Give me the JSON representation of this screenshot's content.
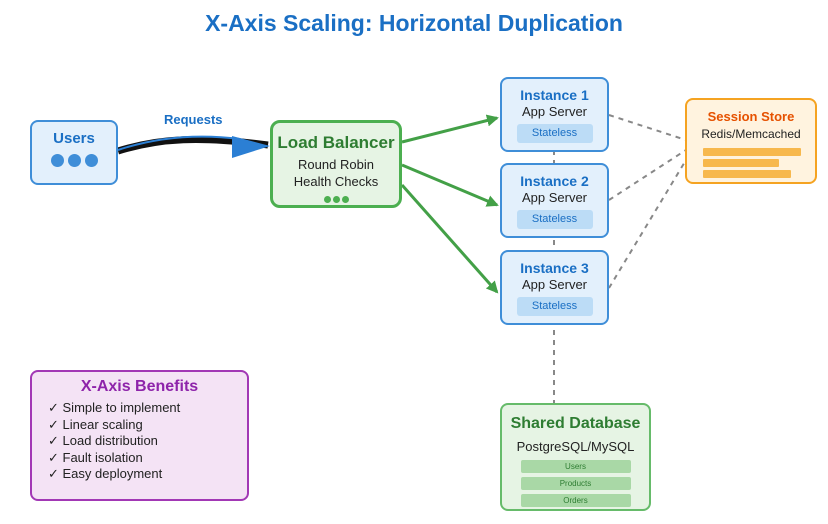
{
  "title": "X-Axis Scaling: Horizontal Duplication",
  "users": {
    "label": "Users"
  },
  "requests_label": "Requests",
  "load_balancer": {
    "title": "Load Balancer",
    "line1": "Round Robin",
    "line2": "Health Checks"
  },
  "instances": [
    {
      "title": "Instance 1",
      "subtitle": "App Server",
      "tag": "Stateless"
    },
    {
      "title": "Instance 2",
      "subtitle": "App Server",
      "tag": "Stateless"
    },
    {
      "title": "Instance 3",
      "subtitle": "App Server",
      "tag": "Stateless"
    }
  ],
  "session_store": {
    "title": "Session Store",
    "subtitle": "Redis/Memcached"
  },
  "database": {
    "title": "Shared Database",
    "subtitle": "PostgreSQL/MySQL",
    "tables": [
      "Users",
      "Products",
      "Orders"
    ]
  },
  "benefits": {
    "title": "X-Axis Benefits",
    "items": [
      "✓ Simple to implement",
      "✓ Linear scaling",
      "✓ Load distribution",
      "✓ Fault isolation",
      "✓ Easy deployment"
    ]
  },
  "colors": {
    "blue": "#1a6fc4",
    "green": "#4caf50",
    "orange": "#f5a321",
    "purple": "#a238b5",
    "connector": "#888888"
  }
}
